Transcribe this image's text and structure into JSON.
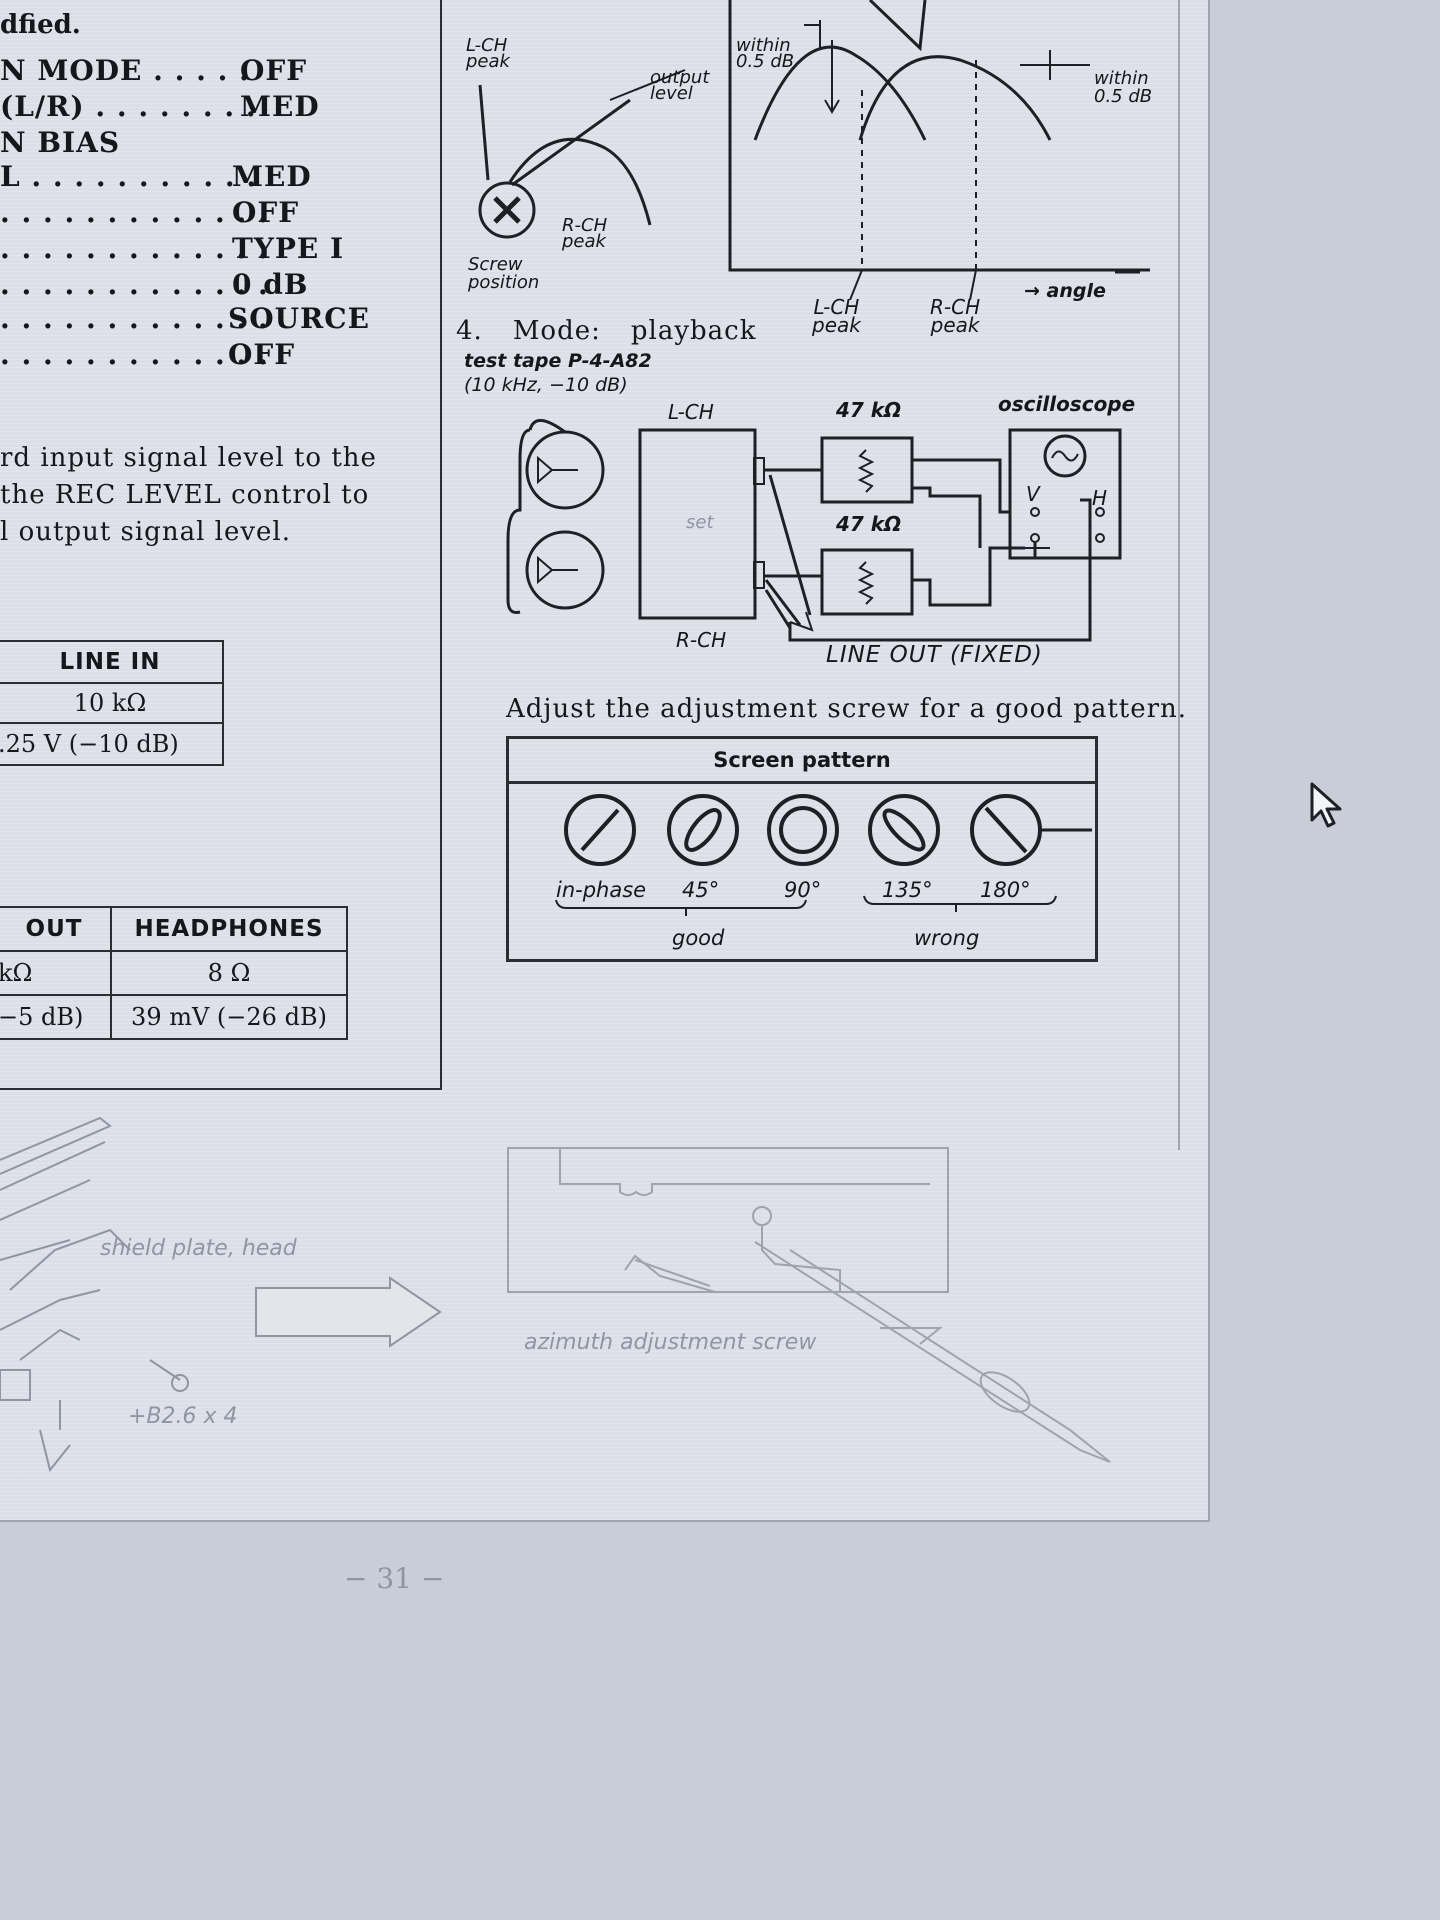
{
  "left_column": {
    "header_fragment": "dfied.",
    "settings": [
      {
        "label": "N MODE",
        "dots": " . . . . .",
        "value": "OFF"
      },
      {
        "label": "(L/R)",
        "dots": " . . . . . . . .",
        "value": "MED"
      },
      {
        "label": "N BIAS",
        "dots": "",
        "value": ""
      },
      {
        "label": "L",
        "dots": " . . . . . . . . . . .",
        "value": "MED"
      },
      {
        "label": "",
        "dots": ". . . . . . . . . . . . .",
        "value": "OFF"
      },
      {
        "label": "",
        "dots": ". . . . . . . . . . . . .",
        "value": "TYPE I"
      },
      {
        "label": "",
        "dots": ". . . . . . . . . . . . .",
        "value": "0 dB"
      },
      {
        "label": "",
        "dots": ". . . . . . . . . . . . .",
        "value": "SOURCE"
      },
      {
        "label": "",
        "dots": ". . . . . . . . . . . . .",
        "value": "OFF"
      }
    ],
    "paragraph": [
      "rd input signal level to the",
      "the REC LEVEL control to",
      "l output signal level."
    ],
    "line_in_table": {
      "header": "LINE IN",
      "rows": [
        "10 kΩ",
        ".25 V (−10 dB)"
      ]
    },
    "out_table": {
      "headers": [
        "OUT",
        "HEADPHONES"
      ],
      "rows": [
        [
          "kΩ",
          "8 Ω"
        ],
        [
          "−5 dB)",
          "39 mV (−26 dB)"
        ]
      ]
    },
    "shield_label": "shield plate, head",
    "screw_label": "+B2.6 x 4"
  },
  "right_column": {
    "screw_diagram": {
      "lch_peak": "L-CH\npeak",
      "rch_peak": "R-CH\npeak",
      "screw_position": "Screw\nposition",
      "output_level": "output\nlevel"
    },
    "graph": {
      "within_left": "within\n0.5 dB",
      "within_right": "within\n0.5 dB",
      "lch_peak": "L-CH\npeak",
      "rch_peak": "R-CH\npeak",
      "angle": "angle"
    },
    "step": {
      "number": "4.",
      "mode_label": "Mode:",
      "mode_value": "playback",
      "test_tape": "test tape P-4-A82",
      "test_params": "(10 kHz, −10 dB)"
    },
    "circuit": {
      "lch": "L-CH",
      "rch": "R-CH",
      "set": "set",
      "res_top": "47 kΩ",
      "res_bottom": "47 kΩ",
      "oscilloscope": "oscilloscope",
      "v": "V",
      "h": "H",
      "line_out": "LINE OUT (FIXED)"
    },
    "instruction": "Adjust the adjustment screw for a good pattern.",
    "screen_pattern": {
      "title": "Screen pattern",
      "labels": [
        "in-phase",
        "45°",
        "90°",
        "135°",
        "180°"
      ],
      "good": "good",
      "wrong": "wrong"
    },
    "azimuth_label": "azimuth adjustment screw"
  },
  "page_number": "− 31 −"
}
